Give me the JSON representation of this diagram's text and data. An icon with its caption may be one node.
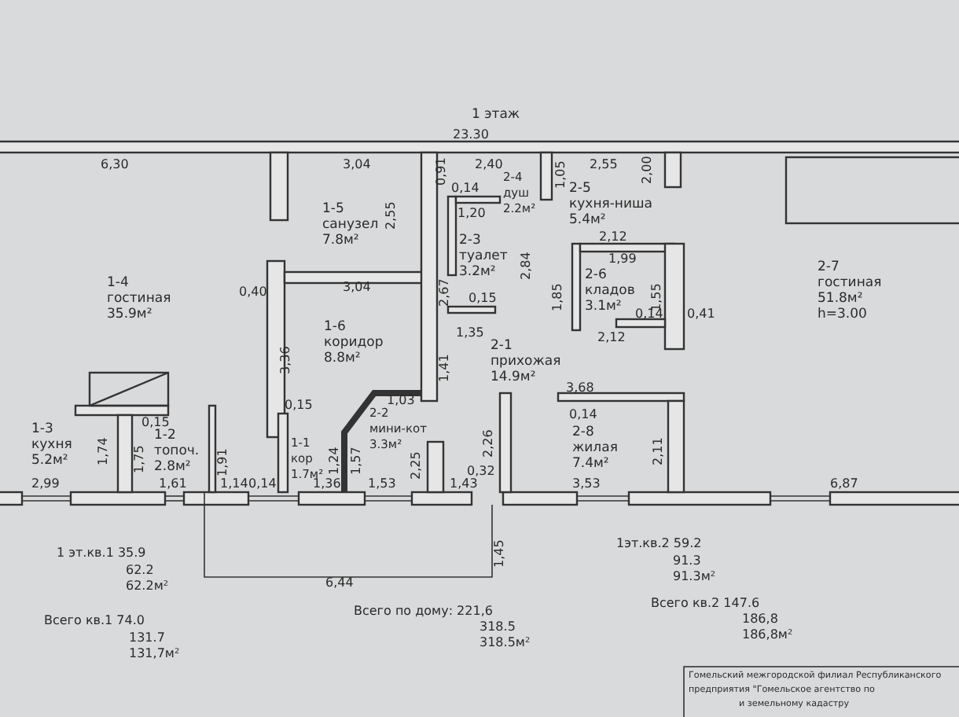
{
  "diagram": {
    "title": "1 этаж",
    "nodes": [
      {
        "text": [
          "1-5",
          "санузел",
          "7.8м²"
        ]
      },
      {
        "text": [
          "1-4",
          "гостиная",
          "35.9м²"
        ]
      },
      {
        "text": [
          "1-6",
          "коридор",
          "8.8м²"
        ]
      },
      {
        "text": [
          "2-4",
          "душ",
          "2.2м²"
        ]
      },
      {
        "text": [
          "2-3",
          "туалет",
          "3.2м²"
        ]
      },
      {
        "text": [
          "2-5",
          "кухня-ниша",
          "5.4м²"
        ]
      },
      {
        "text": [
          "2-6",
          "кладов",
          "3.1м²"
        ]
      },
      {
        "text": [
          "2-7",
          "гостиная",
          "51.8м²",
          "h=3.00"
        ]
      },
      {
        "text": [
          "2-1",
          "прихожая",
          "14.9м²"
        ]
      },
      {
        "text": [
          "2-8",
          "жилая",
          "7.4м²"
        ]
      },
      {
        "text": [
          "1-3",
          "кухня",
          "5.2м²"
        ]
      },
      {
        "text": [
          "1-2",
          "топоч.",
          "2.8м²"
        ]
      },
      {
        "text": [
          "1-1",
          "кор",
          "1.7м²"
        ]
      },
      {
        "text": [
          "2-2",
          "мини-кот",
          "3.3м²"
        ]
      }
    ],
    "labels": [
      "23.30",
      "6,30",
      "3,04",
      "0,91",
      "2,40",
      "1,05",
      "2,55",
      "2,00",
      "0,14",
      "2,55",
      "1,20",
      "2,84",
      "2,12",
      "1,99",
      "1,85",
      "1,55",
      "0,40",
      "3,04",
      "2,67",
      "0,15",
      "1,35",
      "0,14",
      "2,12",
      "0,41",
      "3,36",
      "1,41",
      "0,15",
      "1,03",
      "3,68",
      "0,14",
      "1,74",
      "0,15",
      "1,75",
      "1,91",
      "1,24",
      "1,57",
      "2,25",
      "2,26",
      "2,11",
      "0,32",
      "2,99",
      "1,61",
      "1,14",
      "0,14",
      "1,36",
      "1,53",
      "1,43",
      "3,53",
      "6,87",
      "1,45",
      "6,44",
      "1 эт.кв.1  35.9",
      "62.2",
      "62.2м²",
      "1эт.кв.2  59.2",
      "91.3",
      "91.3м²",
      "Всего по дому: 221,6",
      "318.5",
      "318.5м²",
      "Всего кв.2  147.6",
      "186,8",
      "186,8м²",
      "Всего кв.1  74.0",
      "131.7",
      "131,7м²",
      "Гомельский межгородской филиал Республиканского",
      "предприятия \"Гомельское агентство по",
      "и земельному кадастру"
    ]
  }
}
